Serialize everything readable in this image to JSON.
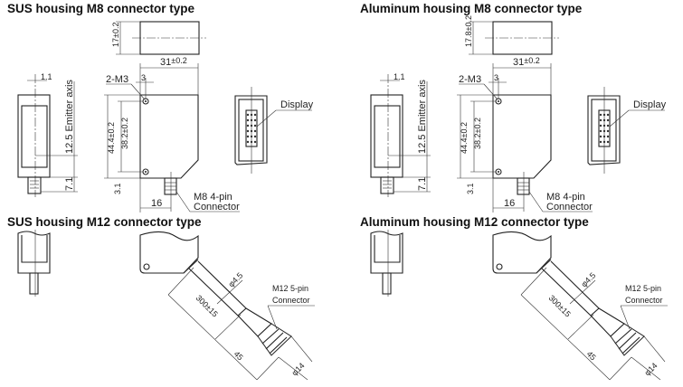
{
  "left": {
    "m8_title": "SUS housing M8 connector type",
    "m12_title": "SUS housing M12 connector type",
    "dim_height_top": "17±0.2",
    "dim_width": "31",
    "dim_width_tol": "±0.2",
    "dim_1_1": "1.1",
    "dim_emitter_axis": "12.5 Emitter axis",
    "dim_7_1": "7.1",
    "dim_2_m3": "2-M3",
    "dim_3": "3",
    "dim_44_4": "44.4±0.2",
    "dim_38_2": "38.2±0.2",
    "dim_3_1": "3.1",
    "dim_16": "16",
    "display_label": "Display",
    "m8_connector_line1": "M8 4-pin",
    "m8_connector_line2": "Connector",
    "dim_phi_4_5": "φ4.5",
    "dim_300": "300±15",
    "dim_45": "45",
    "dim_phi_14": "φ14",
    "m12_connector_line1": "M12 5-pin",
    "m12_connector_line2": "Connector"
  },
  "right": {
    "m8_title": "Aluminum housing M8 connector type",
    "m12_title": "Aluminum housing M12 connector type",
    "dim_height_top": "17.8±0.2",
    "dim_width": "31",
    "dim_width_tol": "±0.2",
    "dim_1_1": "1.1",
    "dim_emitter_axis": "12.5 Emitter axis",
    "dim_7_1": "7.1",
    "dim_2_m3": "2-M3",
    "dim_3": "3",
    "dim_44_4": "44.4±0.2",
    "dim_38_2": "38.2±0.2",
    "dim_3_1": "3.1",
    "dim_16": "16",
    "display_label": "Display",
    "m8_connector_line1": "M8 4-pin",
    "m8_connector_line2": "Connector",
    "dim_phi_4_5": "φ4.5",
    "dim_300": "300±15",
    "dim_45": "45",
    "dim_phi_14": "φ14",
    "m12_connector_line1": "M12 5-pin",
    "m12_connector_line2": "Connector"
  }
}
